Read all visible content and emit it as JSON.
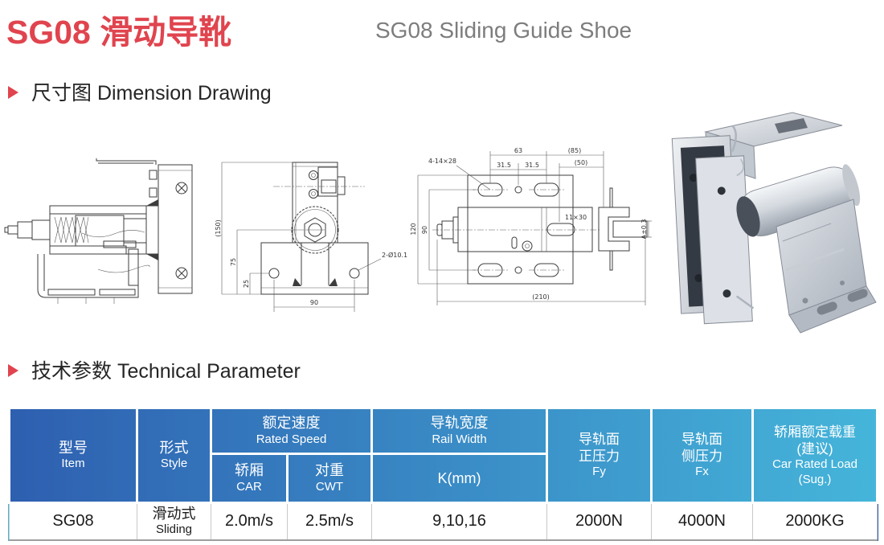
{
  "page": {
    "title_zh": "SG08 滑动导靴",
    "title_en": "SG08 Sliding Guide Shoe"
  },
  "sections": {
    "dimension_drawing": "尺寸图 Dimension Drawing",
    "technical_parameter": "技术参数 Technical Parameter"
  },
  "icons": {
    "section_bullet": "red-right-triangle"
  },
  "drawings": {
    "front_view": {
      "dim_150": "(150)",
      "dim_75": "75",
      "dim_25": "25",
      "dim_90": "90",
      "dim_holes": "2-Ø10.1"
    },
    "top_view": {
      "dim_slots": "4-14×28",
      "dim_63": "63",
      "dim_85": "(85)",
      "dim_315a": "31.5",
      "dim_315b": "31.5",
      "dim_50": "(50)",
      "dim_1130": "11×30",
      "dim_120": "120",
      "dim_90": "90",
      "dim_210": "(210)",
      "dim_a": "A±0.3"
    }
  },
  "table": {
    "headers": {
      "item_zh": "型号",
      "item_en": "Item",
      "style_zh": "形式",
      "style_en": "Style",
      "rated_speed_zh": "额定速度",
      "rated_speed_en": "Rated Speed",
      "car_zh": "轿厢",
      "car_en": "CAR",
      "cwt_zh": "对重",
      "cwt_en": "CWT",
      "rail_width_zh": "导轨宽度",
      "rail_width_en": "Rail Width",
      "k_mm": "K(mm)",
      "fy_zh1": "导轨面",
      "fy_zh2": "正压力",
      "fy_en": "Fy",
      "fx_zh1": "导轨面",
      "fx_zh2": "侧压力",
      "fx_en": "Fx",
      "load_zh1": "轿厢额定载重",
      "load_zh2": "(建议)",
      "load_en1": "Car Rated Load",
      "load_en2": "(Sug.)"
    },
    "row": {
      "item": "SG08",
      "style_zh": "滑动式",
      "style_en": "Sliding",
      "car_speed": "2.0m/s",
      "cwt_speed": "2.5m/s",
      "rail_width_k": "9,10,16",
      "fy": "2000N",
      "fx": "4000N",
      "load": "2000KG"
    }
  },
  "colors": {
    "accent_red": "#e0444e",
    "table_header_gradient_left": "#2e5fb0",
    "table_header_gradient_right": "#45b5da",
    "item_text_blue": "#45a9dc"
  }
}
